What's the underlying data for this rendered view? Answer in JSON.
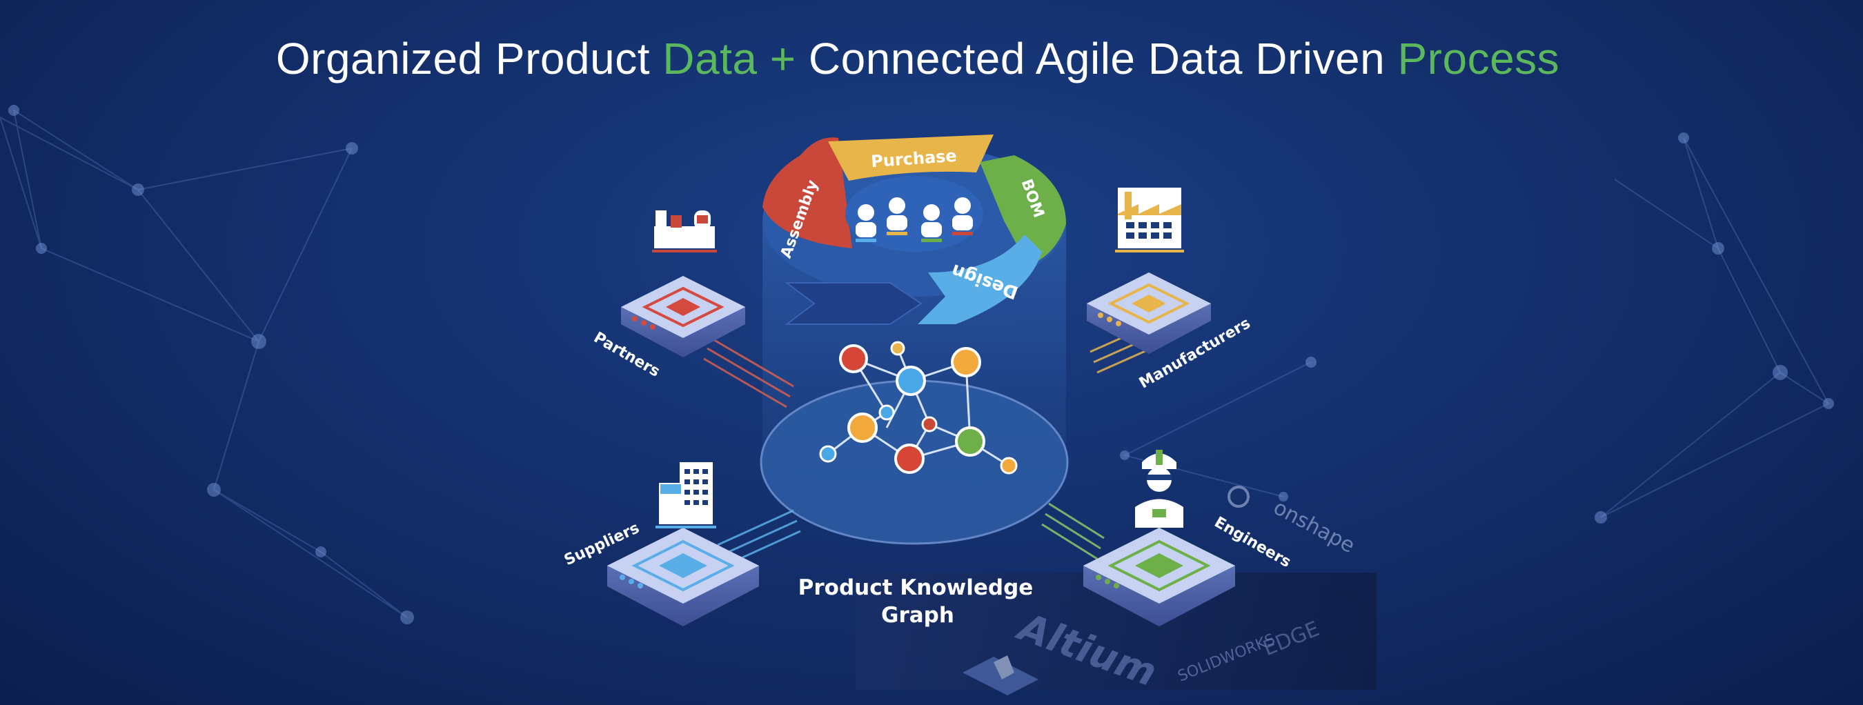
{
  "headline": {
    "part1": "Organized Product ",
    "part2": "Data + ",
    "part3": "Connected Agile Data Driven ",
    "part4": "Process"
  },
  "cycle": {
    "purchase": "Purchase",
    "bom": "BOM",
    "design": "Design",
    "assembly": "Assembly"
  },
  "nodes": {
    "partners": "Partners",
    "manufacturers": "Manufacturers",
    "suppliers": "Suppliers",
    "engineers": "Engineers"
  },
  "knowledge_graph": {
    "line1": "Product Knowledge",
    "line2": "Graph"
  },
  "logos": {
    "onshape": "onshape",
    "altium": "Altium",
    "solidworks": "SOLIDWORKS",
    "edge": "EDGE"
  },
  "colors": {
    "background": "#14306d",
    "accent_green": "#5cb85c",
    "purchase": "#e8b54a",
    "bom": "#6db04a",
    "design": "#5aaee8",
    "assembly": "#c9483a"
  }
}
